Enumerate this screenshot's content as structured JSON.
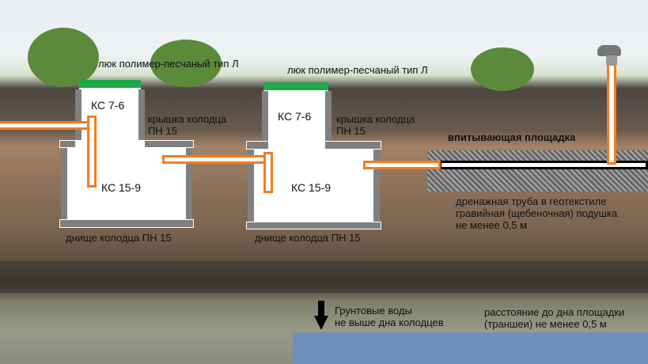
{
  "labels": {
    "hatch1": "люк полимер-песчаный тип Л",
    "hatch2": "люк полимер-песчаный тип Л",
    "upper1": "КС 7-6",
    "upper2": "КС 7-6",
    "cover1": [
      "крышка колодца",
      "ПН 15"
    ],
    "cover2": [
      "крышка колодца",
      "ПН 15"
    ],
    "lower1": "КС 15-9",
    "lower2": "КС 15-9",
    "bottom1": "днище колодца ПН 15",
    "bottom2": "днище колодца ПН 15",
    "field": "впитывающая площадка",
    "drain": [
      "дренажная труба в геотекстиле",
      "гравийная (щебеночная) подушка",
      "не менее 0,5 м"
    ],
    "groundwater": [
      "Грунтовые воды",
      "не выше дна колодцев"
    ],
    "distance": [
      "расстояние до дна площадки",
      "(траншеи) не менее 0,5 м"
    ]
  },
  "colors": {
    "pipe": "#f47c20",
    "hatch": "#1fa84a",
    "concrete": "#808080",
    "water": "#6d8fbb"
  }
}
